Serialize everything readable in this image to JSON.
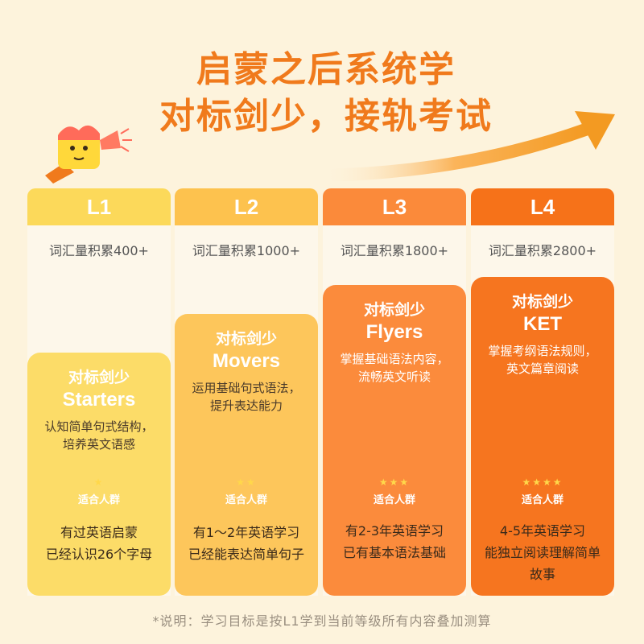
{
  "header": {
    "title_line1": "启蒙之后系统学",
    "title_line2": "对标剑少，接轨考试"
  },
  "colors": {
    "accent": "#f07a1c",
    "l1": "#fcdc68",
    "l2": "#fdc65b",
    "l3": "#fb8b3c",
    "l4": "#f6751f"
  },
  "levels": [
    {
      "level": "L1",
      "vocab": "词汇量积累400+",
      "target_line1": "对标剑少",
      "target_line2": "Starters",
      "desc_line1": "认知简单句式结构，",
      "desc_line2": "培养英文语感",
      "stars": "★",
      "star_count": 1,
      "fit_label": "适合人群",
      "fit_line1": "有过英语启蒙",
      "fit_line2": "已经认识26个字母",
      "fit_line3": ""
    },
    {
      "level": "L2",
      "vocab": "词汇量积累1000+",
      "target_line1": "对标剑少",
      "target_line2": "Movers",
      "desc_line1": "运用基础句式语法，",
      "desc_line2": "提升表达能力",
      "stars": "★★",
      "star_count": 2,
      "fit_label": "适合人群",
      "fit_line1": "有1～2年英语学习",
      "fit_line2": "已经能表达简单句子",
      "fit_line3": ""
    },
    {
      "level": "L3",
      "vocab": "词汇量积累1800+",
      "target_line1": "对标剑少",
      "target_line2": "Flyers",
      "desc_line1": "掌握基础语法内容，",
      "desc_line2": "流畅英文听读",
      "stars": "★★★",
      "star_count": 3,
      "fit_label": "适合人群",
      "fit_line1": "有2-3年英语学习",
      "fit_line2": "已有基本语法基础",
      "fit_line3": ""
    },
    {
      "level": "L4",
      "vocab": "词汇量积累2800+",
      "target_line1": "对标剑少",
      "target_line2": "KET",
      "desc_line1": "掌握考纲语法规则，",
      "desc_line2": "英文篇章阅读",
      "stars": "★★★★",
      "star_count": 4,
      "fit_label": "适合人群",
      "fit_line1": "4-5年英语学习",
      "fit_line2": "能独立阅读理解简单",
      "fit_line3": "故事"
    }
  ],
  "footnote": "*说明：学习目标是按L1学到当前等级所有内容叠加测算"
}
